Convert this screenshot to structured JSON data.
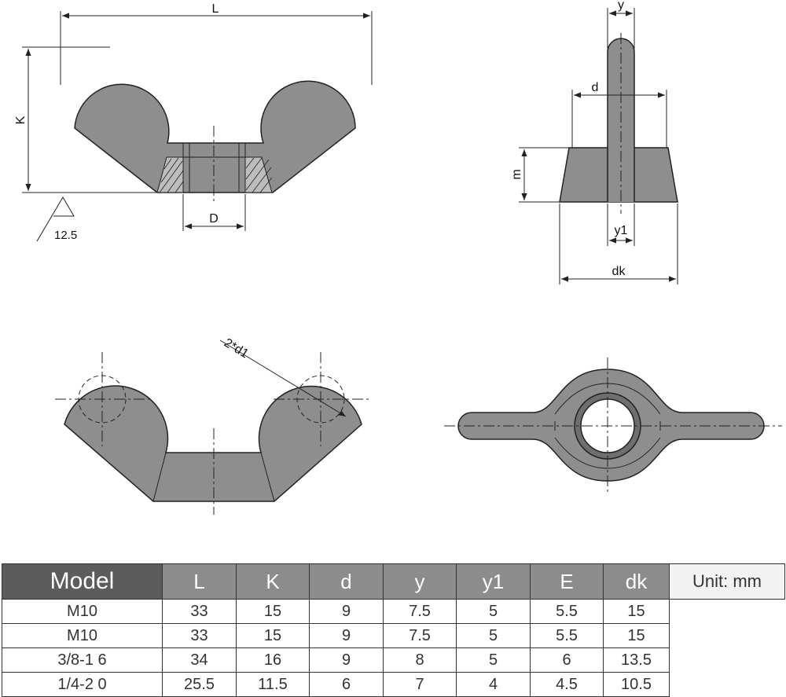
{
  "drawing": {
    "front_view": {
      "width_label": "L",
      "height_label": "K",
      "bore_label": "D",
      "roughness_value": "12.5"
    },
    "side_view": {
      "wing_label": "y",
      "diameter_label": "d",
      "height_label": "m",
      "base_wing_label": "y1",
      "base_label": "dk"
    },
    "top_view": {
      "hole_label": "2*d1"
    }
  },
  "spec_table": {
    "headers": [
      "Model",
      "L",
      "K",
      "d",
      "y",
      "y1",
      "E",
      "dk"
    ],
    "rows": [
      [
        "M10",
        "33",
        "15",
        "9",
        "7.5",
        "5",
        "5.5",
        "15"
      ],
      [
        "M10",
        "33",
        "15",
        "9",
        "7.5",
        "5",
        "5.5",
        "15"
      ],
      [
        "3/8-1 6",
        "34",
        "16",
        "9",
        "8",
        "5",
        "6",
        "13.5"
      ],
      [
        "1/4-2 0",
        "25.5",
        "11.5",
        "6",
        "7",
        "4",
        "4.5",
        "10.5"
      ]
    ],
    "unit_note": "Unit:  mm"
  }
}
